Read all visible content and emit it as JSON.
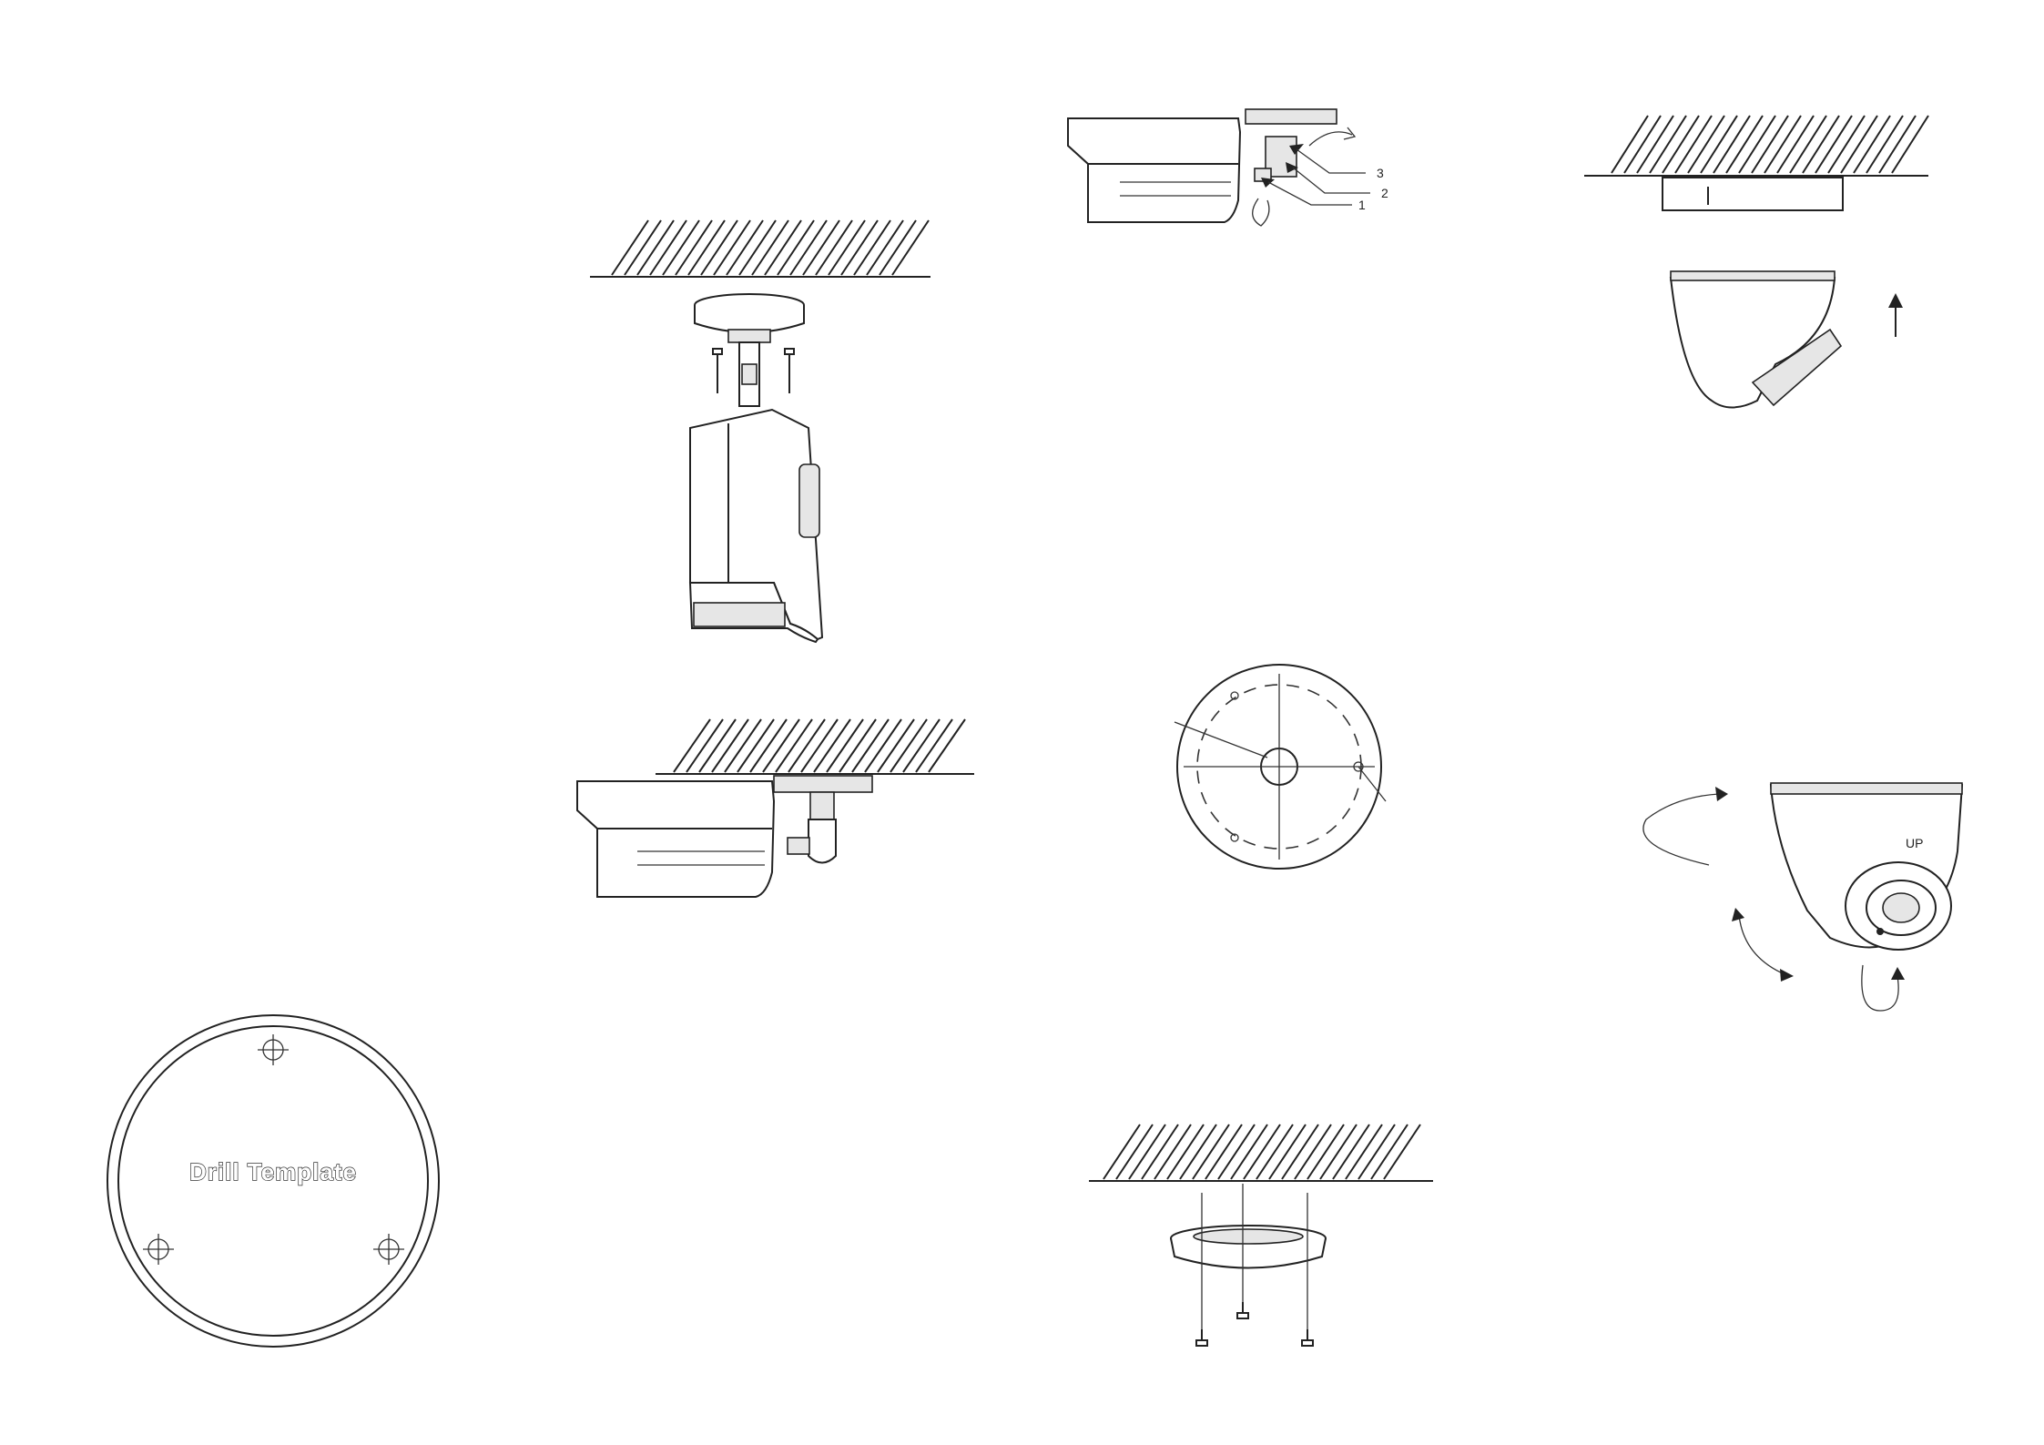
{
  "drill_template": {
    "label": "Drill Template"
  },
  "callouts": [
    "1",
    "2",
    "3"
  ],
  "dome_mark": {
    "label": "UP"
  }
}
